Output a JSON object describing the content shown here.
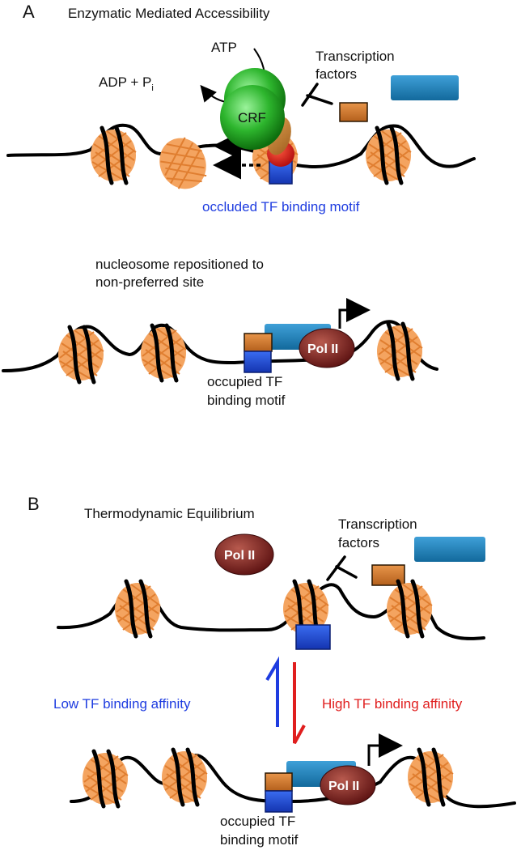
{
  "panel_a": {
    "letter": "A",
    "title": "Enzymatic Mediated Accessibility",
    "atp": "ATP",
    "adp": "ADP + P",
    "adp_sub": "i",
    "crf": "CRF",
    "tf_line1": "Transcription",
    "tf_line2": "factors",
    "occluded": "occluded TF binding motif",
    "reposition_line1": "nucleosome repositioned to",
    "reposition_line2": "non-preferred site",
    "pol2": "Pol II",
    "occupied_line1": "occupied TF",
    "occupied_line2": "binding motif"
  },
  "panel_b": {
    "letter": "B",
    "title": "Thermodynamic Equilibrium",
    "pol2_free": "Pol II",
    "tf_line1": "Transcription",
    "tf_line2": "factors",
    "low_affinity": "Low TF binding affinity",
    "high_affinity": "High TF binding affinity",
    "pol2_bound": "Pol II",
    "occupied_line1": "occupied TF",
    "occupied_line2": "binding motif"
  },
  "colors": {
    "nucleosome": "#F4A460",
    "crf_green": "#2DB52D",
    "tf_orange": "#D07A2A",
    "tf_blue": "#1A80B8",
    "motif_blue": "#1E4FD8",
    "pol2": "#7A1E1E",
    "low_affinity_text": "#1E3CE0",
    "high_affinity_text": "#E01E1E"
  }
}
